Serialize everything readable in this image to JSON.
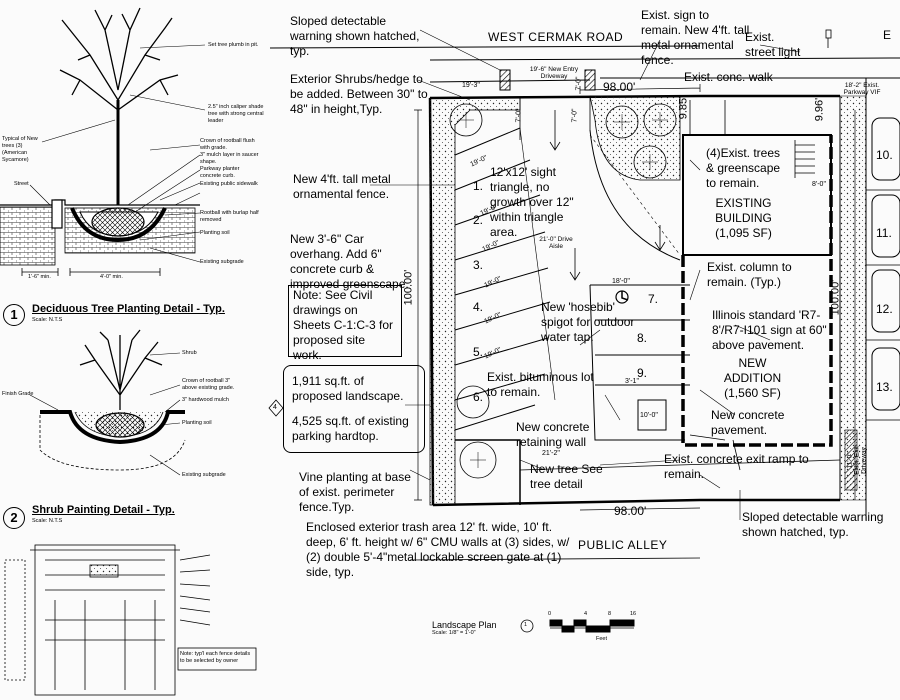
{
  "detail1": {
    "number": "1",
    "title": "Deciduous Tree Planting Detail - Typ.",
    "scale": "Scale: N.T.S",
    "labels": {
      "set_plumb": "Set tree plumb in pit.",
      "caliper": "2.5\" inch caliper shade tree with strong central leader",
      "typical": "Typical of New trees (3) (American Sycamore)",
      "crown": "Crown of rootball flush with grade.",
      "mulch": "3\" mulch layer in saucer shape.",
      "parkway": "Parkway planter concrete curb.",
      "sidewalk": "Existing public sidewalk",
      "street": "Street",
      "rootball": "Rootball with burlap half removed",
      "planting_soil": "Planting soil",
      "subgrade": "Existing subgrade",
      "dim1": "1'-6\" min.",
      "dim2": "4'-0\" min."
    }
  },
  "detail2": {
    "number": "2",
    "title": "Shrub Painting Detail - Typ.",
    "scale": "Scale: N.T.S",
    "labels": {
      "shrub": "Shrub",
      "crown": "Crown of rootball 3\" above existing grade.",
      "finish": "Finish Grade",
      "mulch": "3\" hardwood mulch",
      "planting_soil": "Planting soil",
      "subgrade": "Existing subgrade"
    }
  },
  "trash_detail": {
    "note": "Note: typ'l each fence details to be selected by owner"
  },
  "plan": {
    "street": "WEST CERMAK ROAD",
    "alley": "PUBLIC ALLEY",
    "dims": {
      "top": "98.00'",
      "bottom": "98.00'",
      "left": "100.00'",
      "right": "100.00'",
      "entry": "19'-6\" New Entry Driveway",
      "left_walk": "19'-3\"",
      "right_walk": "18'-2\"",
      "aisle": "21'-0\" Drive Aisle",
      "exist_9_85": "9.85'",
      "exist_9_96": "9.96'",
      "bottom_21": "21'-2\"",
      "d_18": "18'-0\"",
      "d_10": "10'-0\"",
      "d_3_1": "3'-1\"",
      "d_8_0": "8'-0\"",
      "d_11_0": "11'-0\"",
      "d_7_0a": "7'-0\"",
      "d_7_0b": "7'-0\"",
      "d_7_0c": "7'-0\""
    },
    "stalls": [
      "1.",
      "2.",
      "3.",
      "4.",
      "5.",
      "6.",
      "7.",
      "8.",
      "9."
    ],
    "stall_dims": [
      "19'-0\"",
      "19'-0\"",
      "19'-0\"",
      "19'-0\"",
      "19'-0\"",
      "19'-0\""
    ],
    "parkway_stalls": [
      "10.",
      "11.",
      "12.",
      "13."
    ],
    "existing_building": "EXISTING BUILDING (1,095 SF)",
    "new_addition": "NEW ADDITION (1,560 SF)",
    "parkway_label": "18'-2\" Exist. Parkway VIF",
    "exit_driveway": "11'-0\" Exist. Exit Driveway",
    "callout_4": "4",
    "landscape_title": "Landscape Plan",
    "landscape_scale": "Scale: 1/8\" = 1'-0\"",
    "landscape_num": "1"
  },
  "notes": {
    "sloped_top": "Sloped detectable warning shown hatched, typ.",
    "shrubs": "Exterior Shrubs/hedge to be added. Between 30\" to 48\" in height,Typ.",
    "new_fence": "New 4'ft. tall metal ornamental fence.",
    "car_overhang": "New 3'-6\" Car overhang. Add 6\" concrete curb & improved greenscape.",
    "civil": "Note: See Civil drawings on Sheets C-1:C-3 for proposed site work.",
    "landscape_area": "1,911 sq.ft. of proposed landscape.",
    "hardtop": "4,525 sq.ft. of existing parking hardtop.",
    "vine": "Vine planting at base of exist. perimeter fence.Typ.",
    "trash": "Enclosed exterior trash area 12' ft. wide, 10' ft. deep, 6' ft. height w/ 6\" CMU walls at (3) sides, w/ (2) double 5'-4\"metal lockable screen gate at (1) side, typ.",
    "exist_sign": "Exist. sign to remain. New 4'ft. tall metal ornamental fence.",
    "street_light": "Exist. street light",
    "conc_walk": "Exist. conc. walk",
    "sight_triangle": "12'x12' sight triangle, no growth over 12\" within triangle area.",
    "trees_greenscape": "(4)Exist. trees & greenscape to remain.",
    "column": "Exist. column to remain. (Typ.)",
    "illinois": "Illinois standard 'R7-8'/R7-I101 sign at 60\" above pavement.",
    "hosebib": "New 'hosebib' spigot for outdoor water tap.",
    "bituminous": "Exist. bituminous lot to remain.",
    "retaining": "New concrete retaining wall",
    "new_tree": "New tree See tree detail",
    "pavement": "New concrete pavement.",
    "exit_ramp": "Exist. concrete exit ramp to remain.",
    "sloped_bottom": "Sloped detectable warning shown hatched, typ.",
    "edge_e": "E"
  },
  "scale_bar": {
    "ticks": [
      "0",
      "4",
      "8",
      "16"
    ],
    "units": "Feet"
  }
}
